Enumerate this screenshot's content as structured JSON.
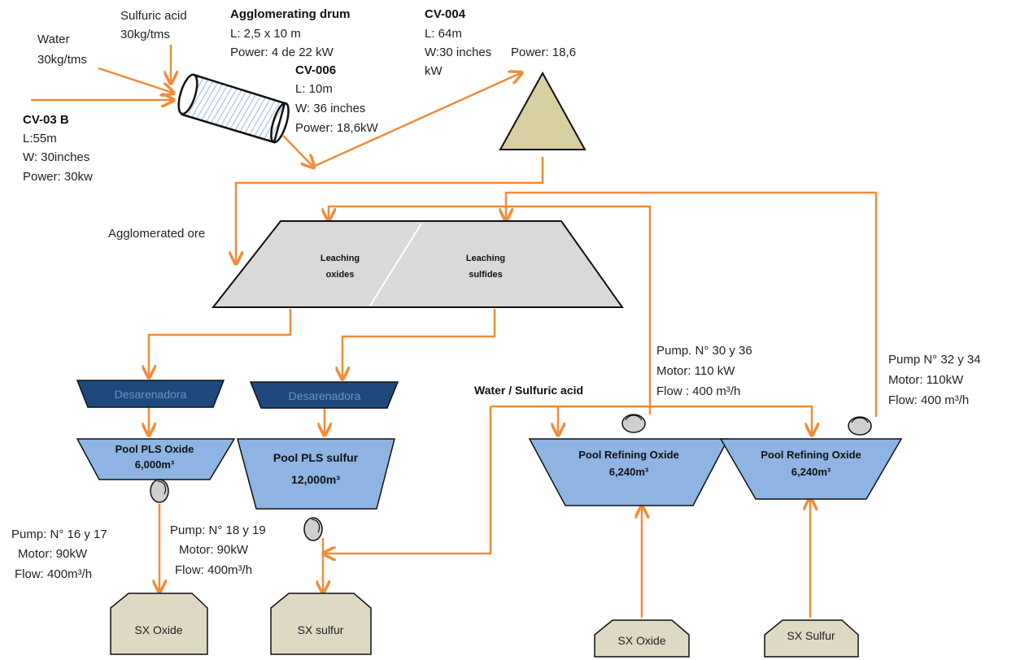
{
  "inputs": {
    "sulfuric_acid": {
      "name": "Sulfuric acid",
      "rate": "30kg/tms"
    },
    "water": {
      "name": "Water",
      "rate": "30kg/tms"
    }
  },
  "agglomerating_drum": {
    "title": "Agglomerating drum",
    "length": "L: 2,5 x 10 m",
    "power": "Power: 4 de 22 kW"
  },
  "cv006": {
    "title": "CV-006",
    "length": "L: 10m",
    "width": "W: 36 inches",
    "power": "Power: 18,6kW"
  },
  "cv004": {
    "title": "CV-004",
    "length": "L: 64m",
    "width": "W:30 inches",
    "power_a": "Power: 18,6",
    "power_b": "kW"
  },
  "cv03b": {
    "title": "CV-03 B",
    "length": "L:55m",
    "width": "W: 30inches",
    "power": "Power: 30kw"
  },
  "agglomerated_ore": "Agglomerated ore",
  "heap": {
    "oxides_line1": "Leaching",
    "oxides_line2": "oxides",
    "sulfides_line1": "Leaching",
    "sulfides_line2": "sulfides"
  },
  "desarenadora_1": "Desarenadora",
  "desarenadora_2": "Desarenadora",
  "pool_pls_oxide": {
    "name": "Pool PLS Oxide",
    "volume": "6,000m³"
  },
  "pool_pls_sulfur": {
    "name": "Pool PLS sulfur",
    "volume": "12,000m³"
  },
  "pool_refining_1": {
    "name": "Pool Refining Oxide",
    "volume": "6,240m³"
  },
  "pool_refining_2": {
    "name": "Pool Refining Oxide",
    "volume": "6,240m³"
  },
  "water_sulfuric_acid": "Water / Sulfuric acid",
  "pump_16_17": {
    "pump": "Pump: N° 16 y 17",
    "motor": "Motor: 90kW",
    "flow": "Flow: 400m³/h"
  },
  "pump_18_19": {
    "pump": "Pump: N° 18 y 19",
    "motor": "Motor: 90kW",
    "flow": "Flow: 400m³/h"
  },
  "pump_30_36": {
    "pump": "Pump. N° 30 y 36",
    "motor": "Motor: 110 kW",
    "flow": "Flow : 400 m³/h"
  },
  "pump_32_34": {
    "pump": "Pump N° 32 y 34",
    "motor": "Motor:  110kW",
    "flow": "Flow: 400 m³/h"
  },
  "sx": {
    "sx1": "SX Oxide",
    "sx2": "SX sulfur",
    "sx3": "SX Oxide",
    "sx4": "SX Sulfur"
  },
  "colors": {
    "flow": "#f08c3a",
    "pool": "#8db4e2",
    "desarenadora": "#1f497d",
    "heap": "#d9d9d9",
    "sx_box": "#ddd9c3",
    "stockpile": "#d8cfa3"
  }
}
